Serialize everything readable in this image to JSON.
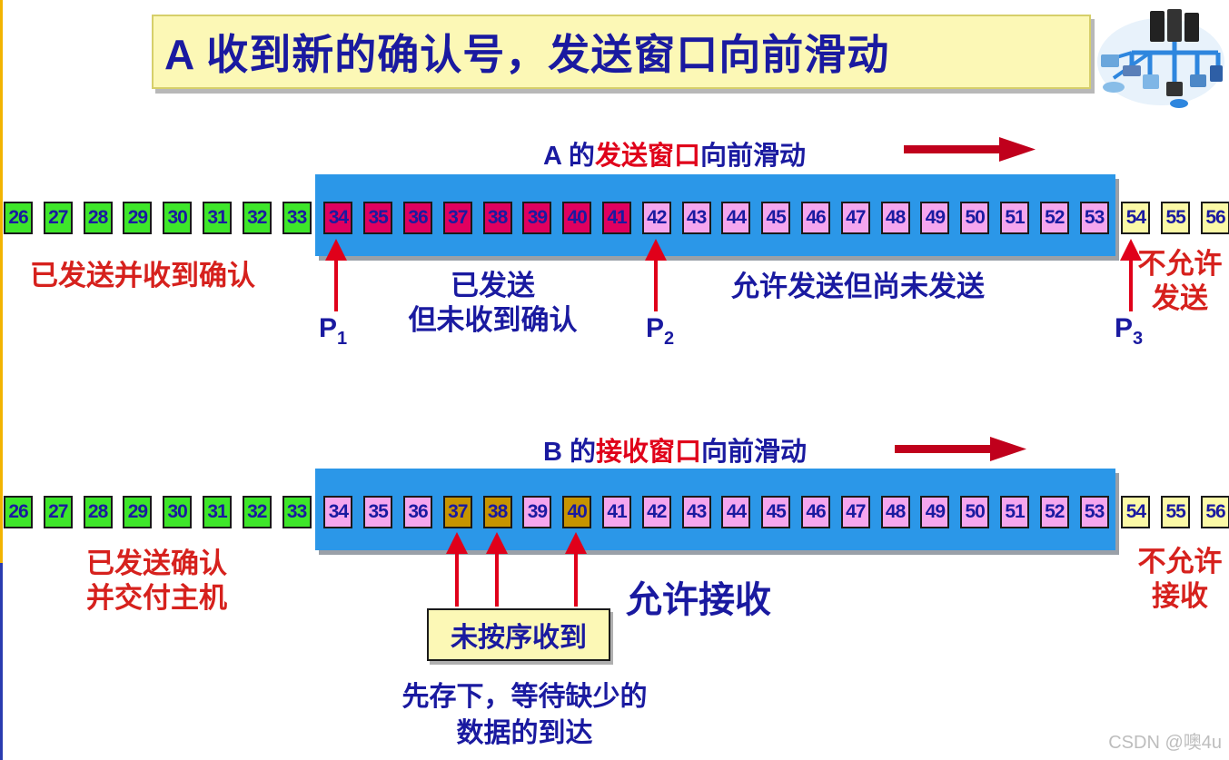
{
  "title": "A 收到新的确认号，发送窗口向前滑动",
  "colors": {
    "window_bar": "#2b97e8",
    "acked": "#3ee62a",
    "sent_unacked": "#e0005f",
    "allowed": "#f5a6ee",
    "not_allowed": "#fbf9a6",
    "out_of_order": "#c79400",
    "text_blue": "#1a1aa0",
    "text_red": "#d6211d"
  },
  "logo_icon": "network-server-icon",
  "top": {
    "title_prefix": "A 的",
    "title_highlight": "发送窗口",
    "title_suffix": "向前滑动",
    "segments": [
      {
        "n": "26",
        "s": "acked"
      },
      {
        "n": "27",
        "s": "acked"
      },
      {
        "n": "28",
        "s": "acked"
      },
      {
        "n": "29",
        "s": "acked"
      },
      {
        "n": "30",
        "s": "acked"
      },
      {
        "n": "31",
        "s": "acked"
      },
      {
        "n": "32",
        "s": "acked"
      },
      {
        "n": "33",
        "s": "acked"
      },
      {
        "n": "34",
        "s": "sent"
      },
      {
        "n": "35",
        "s": "sent"
      },
      {
        "n": "36",
        "s": "sent"
      },
      {
        "n": "37",
        "s": "sent"
      },
      {
        "n": "38",
        "s": "sent"
      },
      {
        "n": "39",
        "s": "sent"
      },
      {
        "n": "40",
        "s": "sent"
      },
      {
        "n": "41",
        "s": "sent"
      },
      {
        "n": "42",
        "s": "allowed"
      },
      {
        "n": "43",
        "s": "allowed"
      },
      {
        "n": "44",
        "s": "allowed"
      },
      {
        "n": "45",
        "s": "allowed"
      },
      {
        "n": "46",
        "s": "allowed"
      },
      {
        "n": "47",
        "s": "allowed"
      },
      {
        "n": "48",
        "s": "allowed"
      },
      {
        "n": "49",
        "s": "allowed"
      },
      {
        "n": "50",
        "s": "allowed"
      },
      {
        "n": "51",
        "s": "allowed"
      },
      {
        "n": "52",
        "s": "allowed"
      },
      {
        "n": "53",
        "s": "allowed"
      },
      {
        "n": "54",
        "s": "blocked"
      },
      {
        "n": "55",
        "s": "blocked"
      },
      {
        "n": "56",
        "s": "blocked"
      }
    ],
    "label_acked": "已发送并收到确认",
    "label_sent_line1": "已发送",
    "label_sent_line2": "但未收到确认",
    "label_allowed": "允许发送但尚未发送",
    "label_blocked_line1": "不允许",
    "label_blocked_line2": "发送",
    "pointers": [
      {
        "letter": "P",
        "sub": "1"
      },
      {
        "letter": "P",
        "sub": "2"
      },
      {
        "letter": "P",
        "sub": "3"
      }
    ]
  },
  "bottom": {
    "title_prefix": "B 的",
    "title_highlight": "接收窗口",
    "title_suffix": "向前滑动",
    "segments": [
      {
        "n": "26",
        "s": "acked"
      },
      {
        "n": "27",
        "s": "acked"
      },
      {
        "n": "28",
        "s": "acked"
      },
      {
        "n": "29",
        "s": "acked"
      },
      {
        "n": "30",
        "s": "acked"
      },
      {
        "n": "31",
        "s": "acked"
      },
      {
        "n": "32",
        "s": "acked"
      },
      {
        "n": "33",
        "s": "acked"
      },
      {
        "n": "34",
        "s": "allowed"
      },
      {
        "n": "35",
        "s": "allowed"
      },
      {
        "n": "36",
        "s": "allowed"
      },
      {
        "n": "37",
        "s": "ooo"
      },
      {
        "n": "38",
        "s": "ooo"
      },
      {
        "n": "39",
        "s": "allowed"
      },
      {
        "n": "40",
        "s": "ooo"
      },
      {
        "n": "41",
        "s": "allowed"
      },
      {
        "n": "42",
        "s": "allowed"
      },
      {
        "n": "43",
        "s": "allowed"
      },
      {
        "n": "44",
        "s": "allowed"
      },
      {
        "n": "45",
        "s": "allowed"
      },
      {
        "n": "46",
        "s": "allowed"
      },
      {
        "n": "47",
        "s": "allowed"
      },
      {
        "n": "48",
        "s": "allowed"
      },
      {
        "n": "49",
        "s": "allowed"
      },
      {
        "n": "50",
        "s": "allowed"
      },
      {
        "n": "51",
        "s": "allowed"
      },
      {
        "n": "52",
        "s": "allowed"
      },
      {
        "n": "53",
        "s": "allowed"
      },
      {
        "n": "54",
        "s": "blocked"
      },
      {
        "n": "55",
        "s": "blocked"
      },
      {
        "n": "56",
        "s": "blocked"
      }
    ],
    "label_acked_line1": "已发送确认",
    "label_acked_line2": "并交付主机",
    "label_allowed": "允许接收",
    "label_blocked_line1": "不允许",
    "label_blocked_line2": "接收",
    "note_box": "未按序收到",
    "note_line1": "先存下，等待缺少的",
    "note_line2": "数据的到达"
  },
  "watermark": "CSDN @噢4u"
}
